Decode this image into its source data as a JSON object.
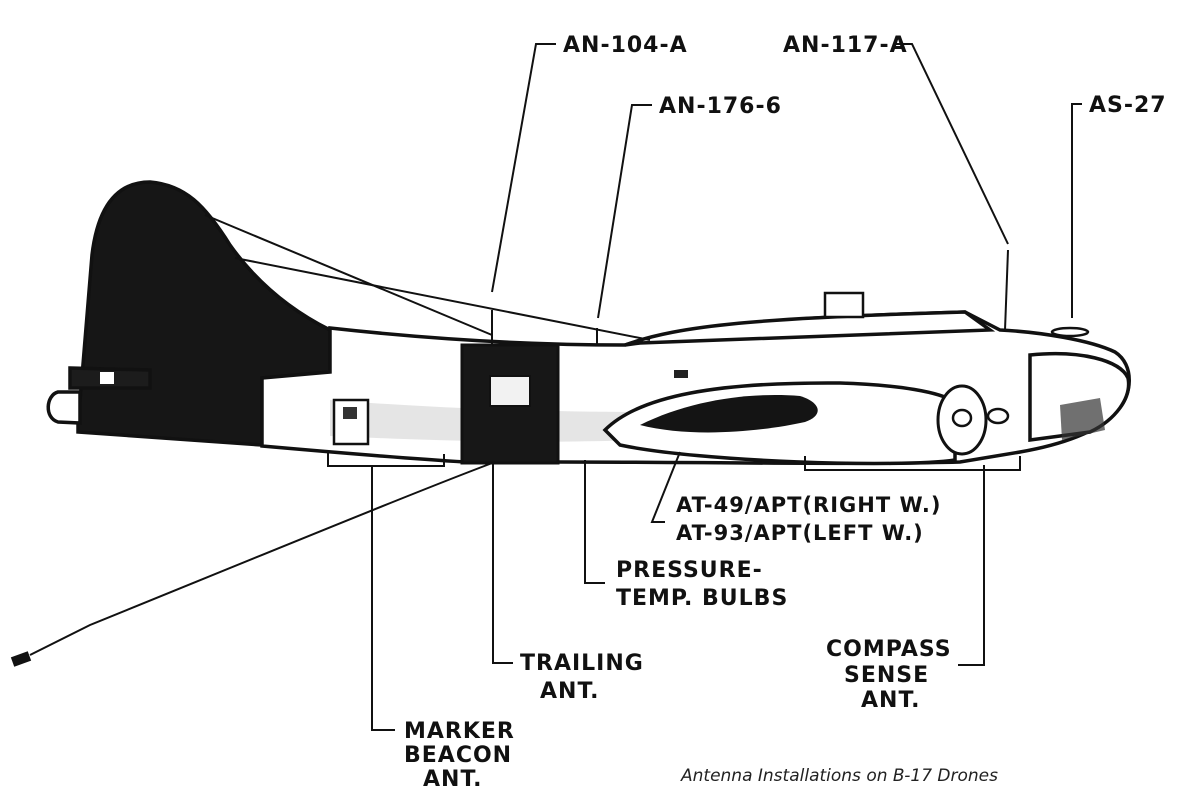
{
  "labels": {
    "an104a": "AN-104-A",
    "an117a": "AN-117-A",
    "an1766": "AN-176-6",
    "as27": "AS-27",
    "at49": "AT-49/APT(RIGHT W.)",
    "at93": "AT-93/APT(LEFT W.)",
    "pressure_1": "PRESSURE-",
    "pressure_2": "TEMP. BULBS",
    "trailing_1": "TRAILING",
    "trailing_2": "ANT.",
    "compass_1": "COMPASS",
    "compass_2": "SENSE",
    "compass_3": "ANT.",
    "marker_1": "MARKER",
    "marker_2": "BEACON",
    "marker_3": "ANT."
  },
  "caption": "Antenna Installations on B-17 Drones",
  "colors": {
    "ink": "#111111",
    "paper": "#ffffff"
  }
}
